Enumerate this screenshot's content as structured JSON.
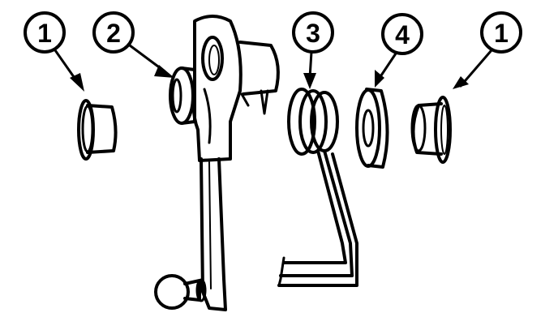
{
  "callouts": [
    {
      "id": "bushing-left",
      "label": "1"
    },
    {
      "id": "lever",
      "label": "2"
    },
    {
      "id": "spring",
      "label": "3"
    },
    {
      "id": "washer",
      "label": "4"
    },
    {
      "id": "bushing-right",
      "label": "1"
    }
  ],
  "colors": {
    "ink": "#000000",
    "paper": "#ffffff"
  }
}
